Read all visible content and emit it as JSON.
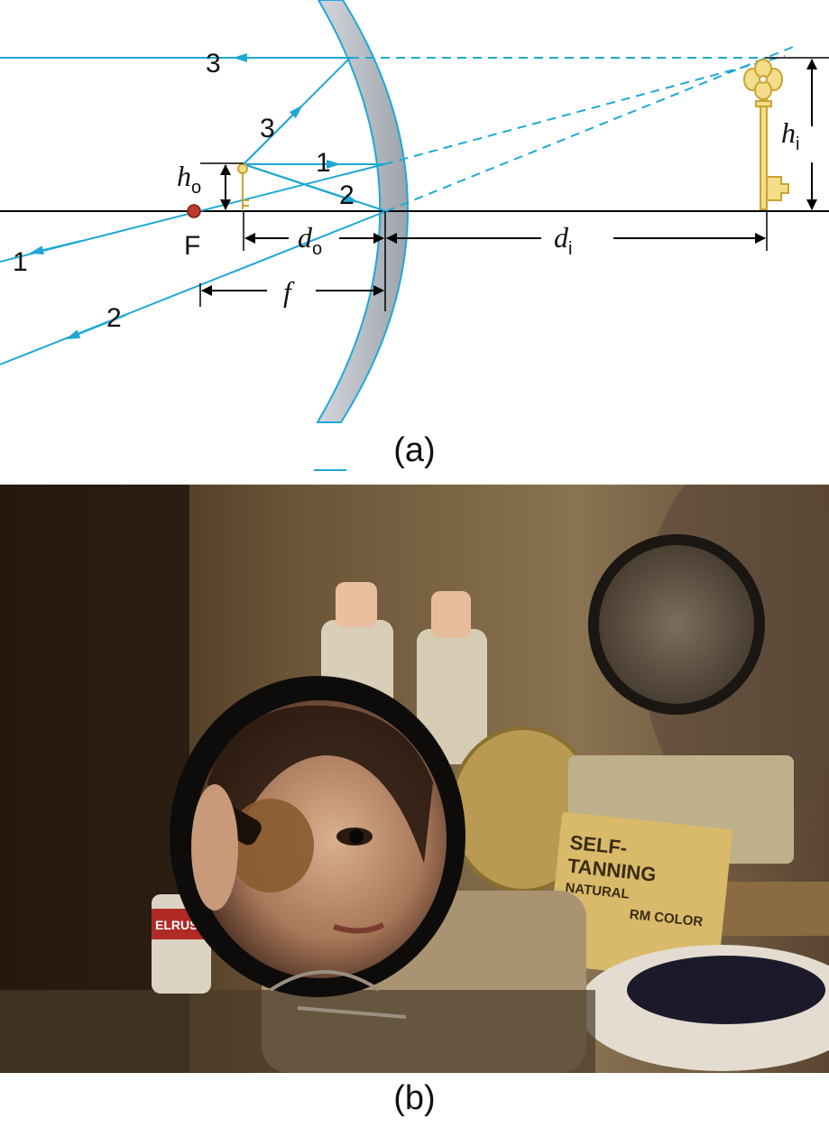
{
  "figure_a": {
    "caption": "(a)",
    "ray_labels": [
      "3",
      "3",
      "1",
      "2",
      "1",
      "2"
    ],
    "focal_point_label": "F",
    "h_o": {
      "main": "h",
      "sub": "o"
    },
    "h_i": {
      "main": "h",
      "sub": "i"
    },
    "d_o": {
      "main": "d",
      "sub": "o"
    },
    "d_i": {
      "main": "d",
      "sub": "i"
    },
    "f_label": "f",
    "colors": {
      "ray": "#1fa8d6",
      "mirror_fill": "#b8bcc3",
      "focal": "#c0392b",
      "key": "#e8c65a",
      "axis": "#000000"
    }
  },
  "figure_b": {
    "caption": "(b)",
    "packet": {
      "line1": "SELF-",
      "line2": "TANNING",
      "line3": "NATURAL",
      "line4": "RM COLOR"
    },
    "bottle_label": "ELRUS"
  }
}
